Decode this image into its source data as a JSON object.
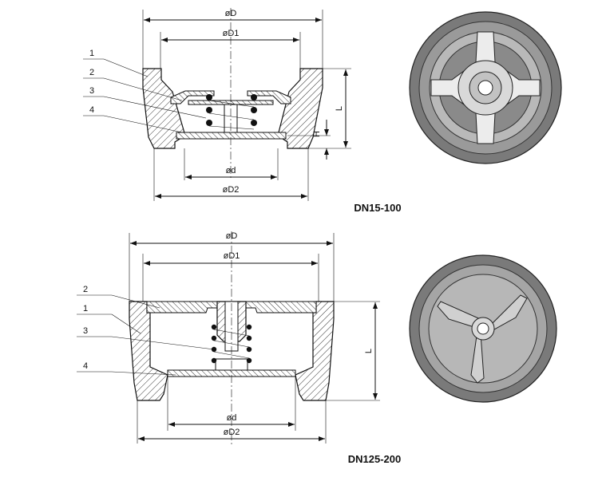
{
  "top_view": {
    "caption": "DN15-100",
    "dims": {
      "D": "øD",
      "D1": "øD1",
      "d": "ød",
      "D2": "øD2",
      "L": "L",
      "H": "H"
    },
    "callouts": [
      "1",
      "2",
      "3",
      "4"
    ]
  },
  "bottom_view": {
    "caption": "DN125-200",
    "dims": {
      "D": "øD",
      "D1": "øD1",
      "d": "ød",
      "D2": "øD2",
      "L": "L"
    },
    "callouts": [
      "2",
      "1",
      "3",
      "4"
    ]
  }
}
